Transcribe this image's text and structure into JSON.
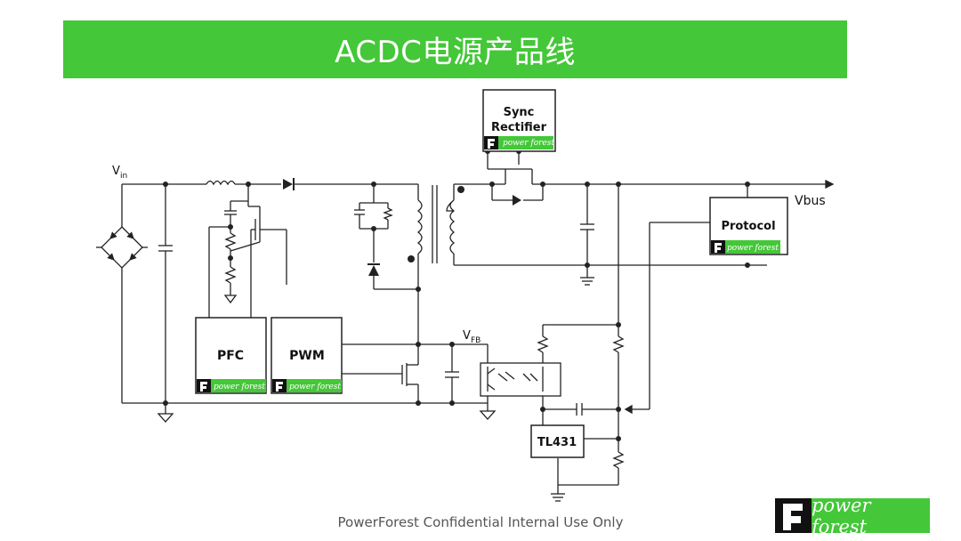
{
  "title": "ACDC电源产品线",
  "footer": "PowerForest Confidential Internal Use Only",
  "brand": "power forest",
  "colors": {
    "accent": "#44c738",
    "line": "#222222"
  },
  "labels": {
    "vin_main": "V",
    "vin_sub": "in",
    "vbus": "Vbus",
    "vfb_main": "V",
    "vfb_sub": "FB"
  },
  "blocks": {
    "sync_line1": "Sync",
    "sync_line2": "Rectifier",
    "protocol": "Protocol",
    "pfc": "PFC",
    "pwm": "PWM",
    "tl431": "TL431"
  }
}
